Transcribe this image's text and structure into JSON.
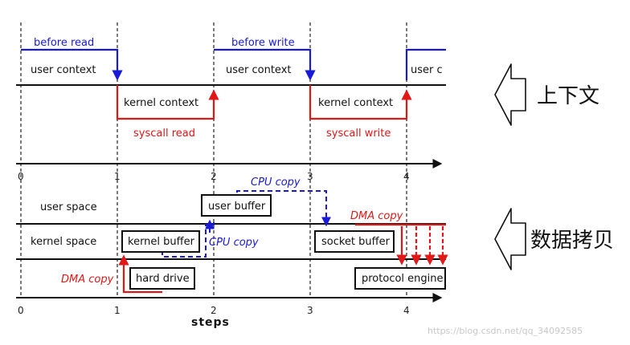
{
  "top": {
    "labels": {
      "before_read": "before read",
      "user_context_1": "user context",
      "kernel_context_1": "kernel context",
      "syscall_read": "syscall read",
      "before_write": "before write",
      "user_context_2": "user context",
      "kernel_context_2": "kernel context",
      "syscall_write": "syscall write",
      "user_context_3": "user c"
    }
  },
  "bottom": {
    "rows": {
      "user_space": "user space",
      "kernel_space": "kernel space"
    },
    "boxes": {
      "user_buffer": "user buffer",
      "kernel_buffer": "kernel buffer",
      "socket_buffer": "socket buffer",
      "hard_drive": "hard drive",
      "protocol_engine": "protocol engine"
    },
    "copies": {
      "cpu_copy_1": "CPU copy",
      "cpu_copy_2": "CPU copy",
      "dma_copy_1": "DMA copy",
      "dma_copy_2": "DMA copy"
    }
  },
  "axis": {
    "ticks_top": [
      "0",
      "1",
      "2",
      "3",
      "4"
    ],
    "ticks_bottom": [
      "0",
      "1",
      "2",
      "3",
      "4"
    ],
    "label": "steps"
  },
  "side": {
    "context_label": "上下文",
    "copy_label": "数据拷贝"
  },
  "watermark": "https://blog.csdn.net/qq_34092585",
  "colors": {
    "blue": "#1a1ad6",
    "red": "#e01818",
    "black": "#111111"
  }
}
